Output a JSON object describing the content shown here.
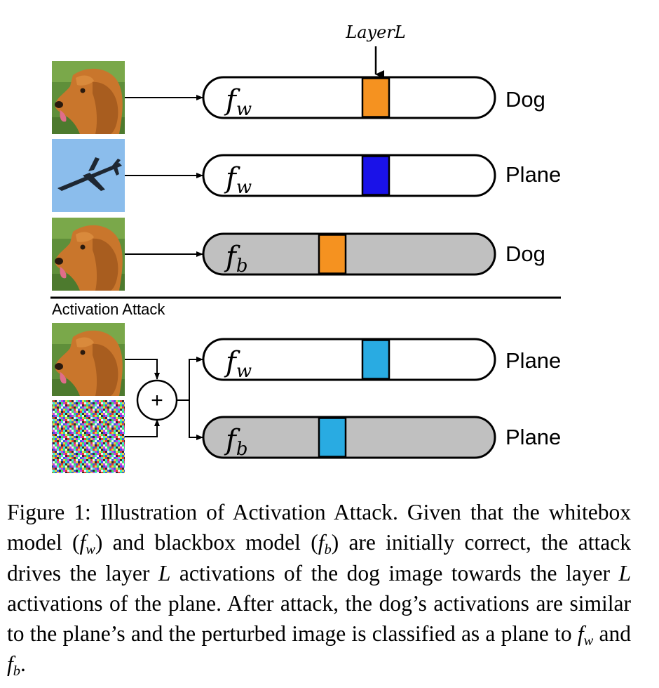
{
  "figure": {
    "layer_label": "LayerL",
    "section_label": "Activation Attack",
    "plus_symbol": "+",
    "rows": [
      {
        "input": "dog",
        "model": "f",
        "model_sub": "w",
        "body": "white",
        "act_color": "#f59220",
        "act_pos": "late",
        "output": "Dog"
      },
      {
        "input": "plane",
        "model": "f",
        "model_sub": "w",
        "body": "white",
        "act_color": "#1a12e8",
        "act_pos": "late",
        "output": "Plane"
      },
      {
        "input": "dog",
        "model": "f",
        "model_sub": "b",
        "body": "gray",
        "act_color": "#f59220",
        "act_pos": "early",
        "output": "Dog"
      },
      {
        "input": "combined",
        "model": "f",
        "model_sub": "w",
        "body": "white",
        "act_color": "#29abe2",
        "act_pos": "late",
        "output": "Plane"
      },
      {
        "input": "combined",
        "model": "f",
        "model_sub": "b",
        "body": "gray",
        "act_color": "#29abe2",
        "act_pos": "early",
        "output": "Plane"
      }
    ],
    "colors": {
      "white_body": "#ffffff",
      "gray_body": "#c0c0c0",
      "orange": "#f59220",
      "blue": "#1a12e8",
      "light_blue": "#29abe2",
      "sky": "#8bbdec"
    }
  },
  "caption": {
    "lead": "Figure 1: Illustration of Activation Attack. Given that the whitebox model (",
    "fw_1": "f",
    "fw_1_sub": "w",
    "mid1": ") and blackbox model (",
    "fb_1": "f",
    "fb_1_sub": "b",
    "mid2": ") are initially correct, the attack drives the layer ",
    "L_1": "L",
    "mid3": " activations of the dog image towards the layer ",
    "L_2": "L",
    "mid4": " activations of the plane.  After attack, the dog’s activations are similar to the plane’s and the perturbed image is classified as a plane to ",
    "fw_2": "f",
    "fw_2_sub": "w",
    "mid5": " and ",
    "fb_2": "f",
    "fb_2_sub": "b",
    "end": "."
  }
}
